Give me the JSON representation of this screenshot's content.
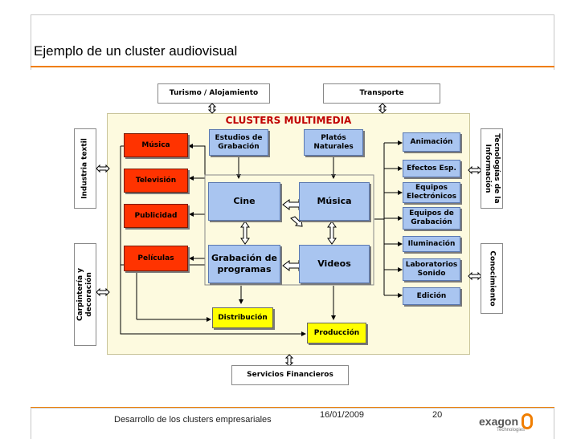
{
  "title": "Ejemplo de un cluster audiovisual",
  "diagram": {
    "cluster_title": "CLUSTERS MULTIMEDIA",
    "top": {
      "turismo": "Turismo / Alojamiento",
      "transporte": "Transporte"
    },
    "bottom": {
      "servicios": "Servicios Financieros"
    },
    "left": {
      "textil": "Industria textil",
      "carpinteria": "Carpintería y decoración"
    },
    "right": {
      "tecnologias": "Tecnologías de la Información",
      "conocimiento": "Conocimiento"
    },
    "red": {
      "musica": "Música",
      "television": "Televisión",
      "publicidad": "Publicidad",
      "peliculas": "Películas"
    },
    "blue_top": {
      "estudios": "Estudios de Grabación",
      "platos": "Platós Naturales"
    },
    "center": {
      "cine": "Cine",
      "musica": "Música",
      "grabacion": "Grabación de programas",
      "videos": "Videos"
    },
    "blue_right": {
      "animacion": "Animación",
      "efectos": "Efectos Esp.",
      "equipos_electronicos": "Equipos Electrónicos",
      "equipos_grabacion": "Equipos de Grabación",
      "iluminacion": "Iluminación",
      "laboratorios": "Laboratorios Sonido",
      "edicion": "Edición"
    },
    "yellow": {
      "distribucion": "Distribución",
      "produccion": "Producción"
    }
  },
  "footer": {
    "course": "Desarrollo de los clusters empresariales",
    "date": "16/01/2009",
    "page": "20",
    "logo": "exagon",
    "logo_sub": "Technologies"
  },
  "colors": {
    "accent": "#f07e00",
    "red_box": "#ff3300",
    "blue_box": "#a9c5f0",
    "yellow_box": "#ffff00",
    "panel": "#fdfadf",
    "title_red": "#c00000"
  }
}
